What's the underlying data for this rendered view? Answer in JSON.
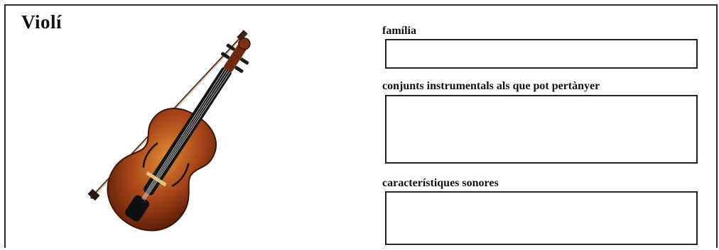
{
  "worksheet": {
    "title": "Violí",
    "image_icon": "violin-with-bow-icon",
    "fields": [
      {
        "label": "família",
        "value": ""
      },
      {
        "label": "conjunts instrumentals als que pot pertànyer",
        "value": ""
      },
      {
        "label": "característiques sonores",
        "value": ""
      }
    ]
  },
  "colors": {
    "border": "#222222",
    "violin_body": "#9a3f12",
    "violin_highlight": "#d07a2a",
    "fingerboard": "#1a1a1a",
    "bow_stick": "#6b3a1f",
    "bow_hair": "#d9d2c2"
  }
}
